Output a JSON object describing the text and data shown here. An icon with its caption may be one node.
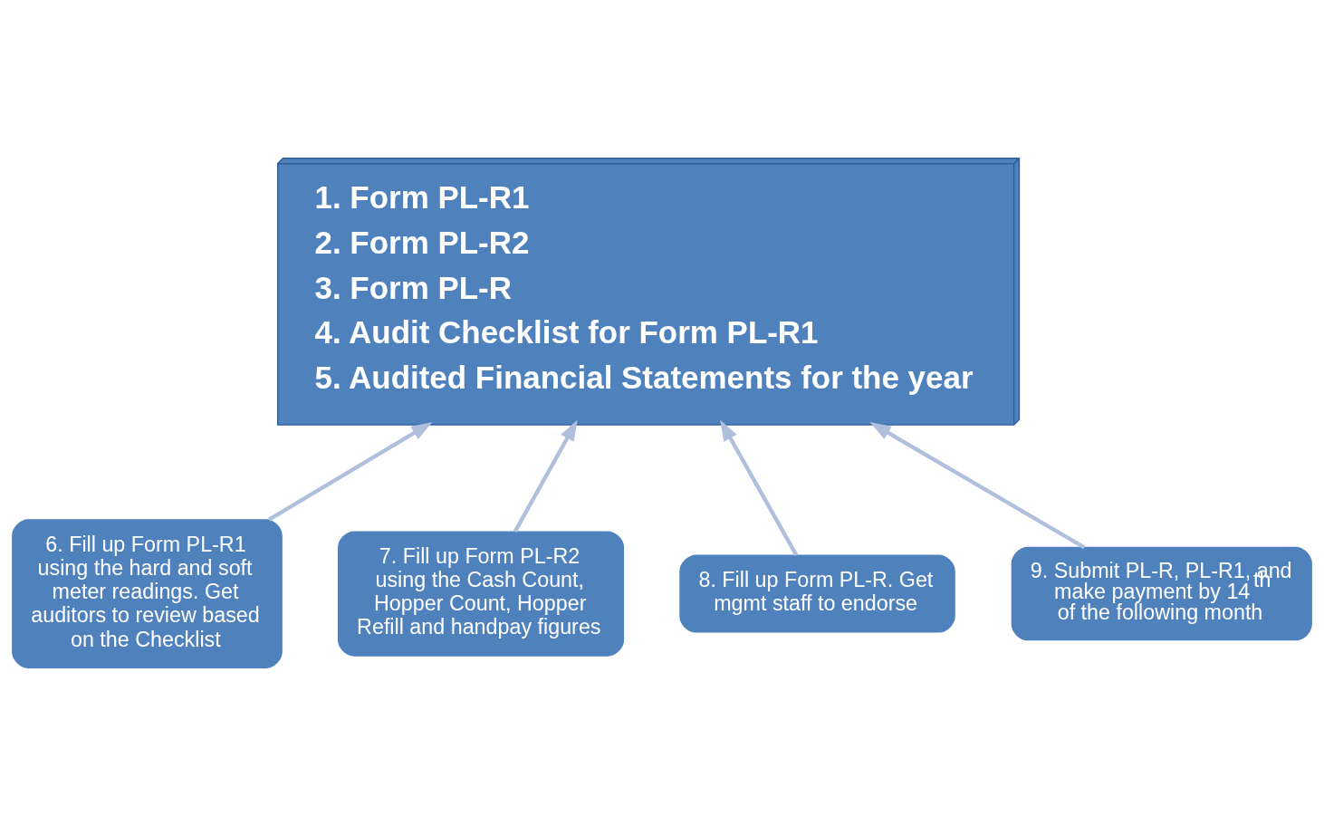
{
  "diagram": {
    "nodes": [
      {
        "text": [
          "1. Form PL-R1",
          "2. Form PL-R2",
          "3. Form PL-R",
          "4. Audit Checklist for Form PL-R1",
          "5. Audited Financial Statements for the year"
        ]
      },
      {
        "text": [
          "6. Fill up Form PL-R1 using the hard and soft meter readings. Get auditors to review based on the Checklist"
        ]
      },
      {
        "text": [
          "7. Fill up Form PL-R2 using the Cash Count, Hopper Count, Hopper Refill and handpay figures"
        ]
      },
      {
        "text": [
          "8. Fill up Form PL-R. Get mgmt staff to endorse"
        ]
      },
      {
        "text": [
          "9. Submit PL-R, PL-R1, and make payment by 14$^{th}$ of the following month"
        ]
      }
    ],
    "edges": [
      {
        "from": 1,
        "to": 0,
        "arrow": "to"
      },
      {
        "from": 2,
        "to": 0,
        "arrow": "to"
      },
      {
        "from": 3,
        "to": 0,
        "arrow": "to"
      },
      {
        "from": 4,
        "to": 0,
        "arrow": "to"
      }
    ]
  }
}
